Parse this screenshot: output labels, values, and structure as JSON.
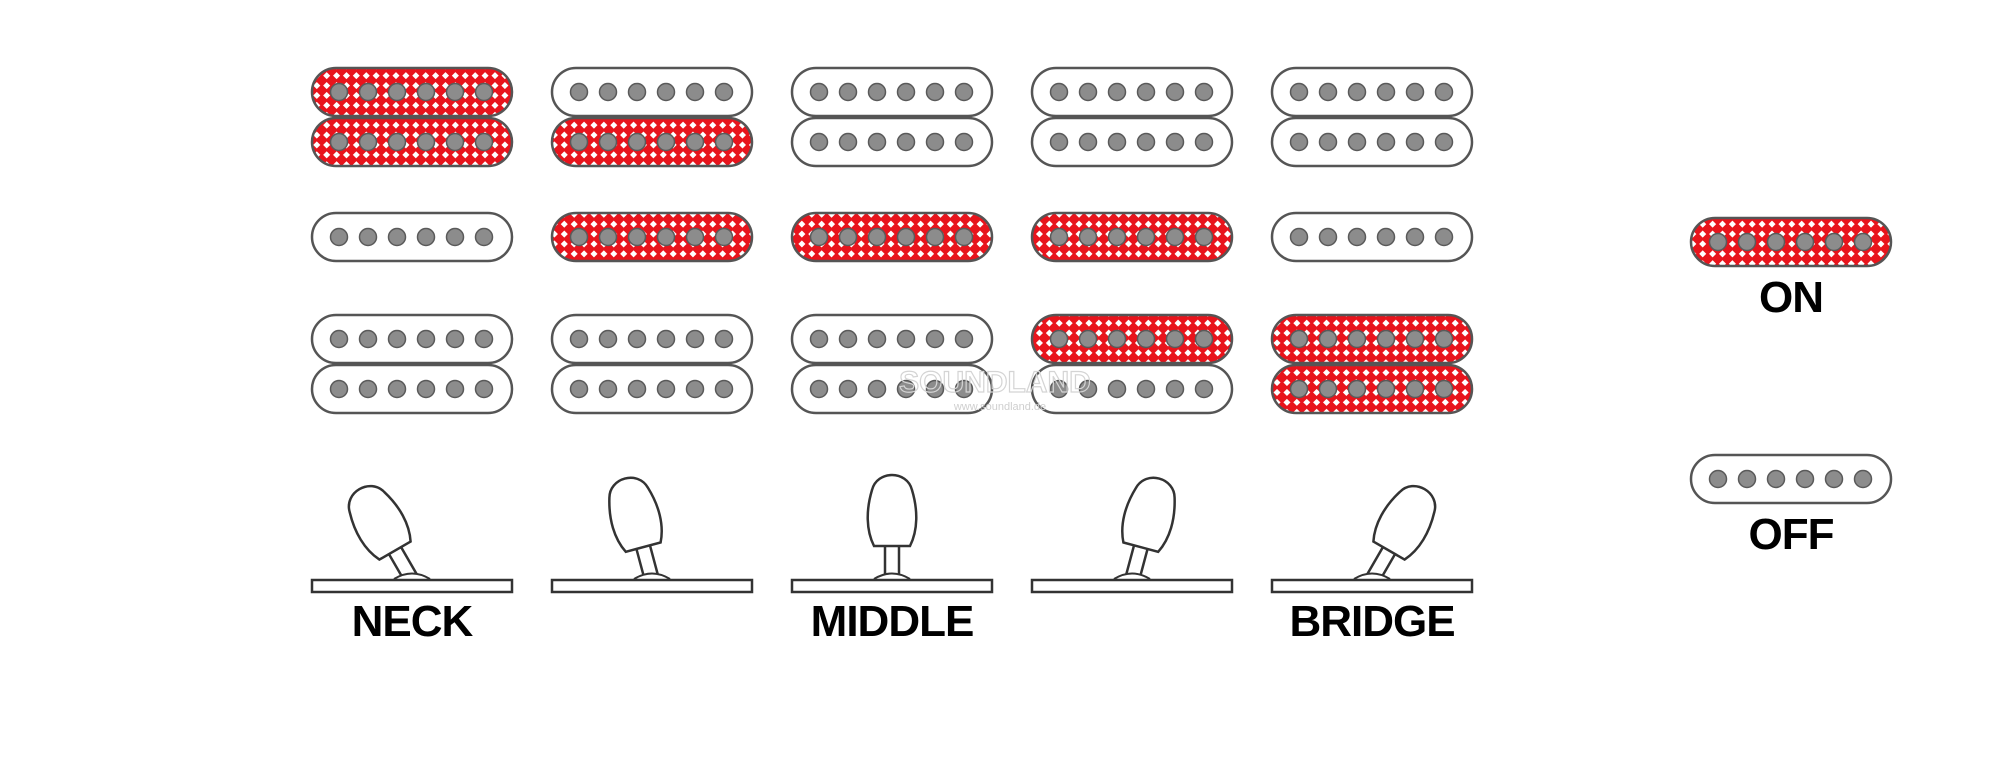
{
  "colors": {
    "on_fill": "#e8141c",
    "off_fill": "#ffffff",
    "outline": "#555555",
    "pole_fill": "#8c8c8c",
    "label": "#000000"
  },
  "positions": [
    {
      "label": "NECK",
      "toggle_angle_deg": -30,
      "neck_coils": [
        "on",
        "on"
      ],
      "middle": "off",
      "bridge_coils": [
        "off",
        "off"
      ]
    },
    {
      "label": "",
      "toggle_angle_deg": -15,
      "neck_coils": [
        "off",
        "on"
      ],
      "middle": "on",
      "bridge_coils": [
        "off",
        "off"
      ]
    },
    {
      "label": "MIDDLE",
      "toggle_angle_deg": 0,
      "neck_coils": [
        "off",
        "off"
      ],
      "middle": "on",
      "bridge_coils": [
        "off",
        "off"
      ]
    },
    {
      "label": "",
      "toggle_angle_deg": 15,
      "neck_coils": [
        "off",
        "off"
      ],
      "middle": "on",
      "bridge_coils": [
        "on",
        "off"
      ]
    },
    {
      "label": "BRIDGE",
      "toggle_angle_deg": 30,
      "neck_coils": [
        "off",
        "off"
      ],
      "middle": "off",
      "bridge_coils": [
        "on",
        "on"
      ]
    }
  ],
  "legend": {
    "on_label": "ON",
    "off_label": "OFF"
  },
  "watermark": {
    "text": "SOUNDLAND",
    "sub": "www.soundland.de"
  }
}
